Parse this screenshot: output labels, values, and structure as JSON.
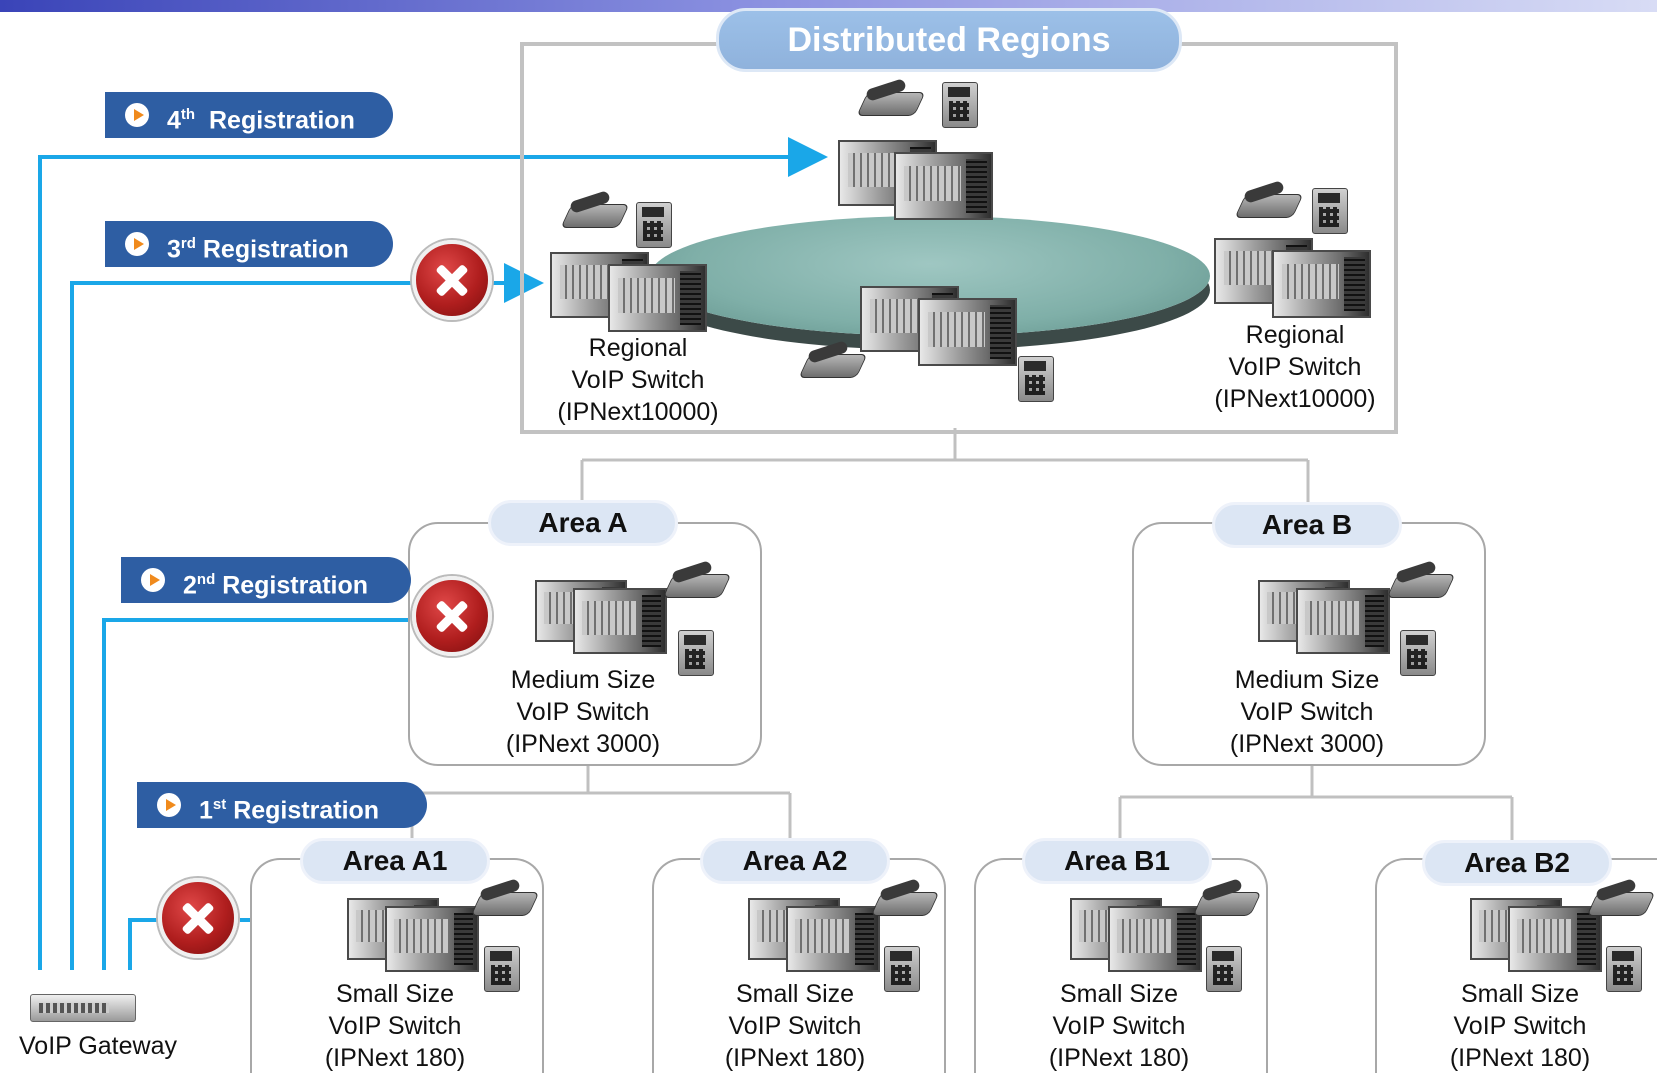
{
  "title": "Distributed Regions",
  "registrations": [
    {
      "num": "4",
      "sup": "th",
      "text": "Registration"
    },
    {
      "num": "3",
      "sup": "rd",
      "text": "Registration"
    },
    {
      "num": "2",
      "sup": "nd",
      "text": "Registration"
    },
    {
      "num": "1",
      "sup": "st",
      "text": "Registration"
    }
  ],
  "regional_left": {
    "line1": "Regional",
    "line2": "VoIP Switch",
    "line3": "(IPNext10000)"
  },
  "regional_right": {
    "line1": "Regional",
    "line2": "VoIP Switch",
    "line3": "(IPNext10000)"
  },
  "areas": {
    "a": {
      "name": "Area  A",
      "line1": "Medium Size",
      "line2": "VoIP Switch",
      "line3": "(IPNext 3000)"
    },
    "b": {
      "name": "Area  B",
      "line1": "Medium Size",
      "line2": "VoIP Switch",
      "line3": "(IPNext 3000)"
    },
    "a1": {
      "name": "Area  A1",
      "line1": "Small Size",
      "line2": "VoIP Switch",
      "line3": "(IPNext 180)"
    },
    "a2": {
      "name": "Area  A2",
      "line1": "Small Size",
      "line2": "VoIP Switch",
      "line3": "(IPNext 180)"
    },
    "b1": {
      "name": "Area  B1",
      "line1": "Small Size",
      "line2": "VoIP Switch",
      "line3": "(IPNext 180)"
    },
    "b2": {
      "name": "Area  B2",
      "line1": "Small Size",
      "line2": "VoIP Switch",
      "line3": "(IPNext 180)"
    }
  },
  "gateway": {
    "label": "VoIP Gateway"
  },
  "colors": {
    "arrow": "#1aa7e8",
    "connector": "#c0c0c0",
    "registration_bg": "#2e5ea3",
    "title_pill": "#9cc0e8",
    "area_pill": "#dce6f4"
  }
}
